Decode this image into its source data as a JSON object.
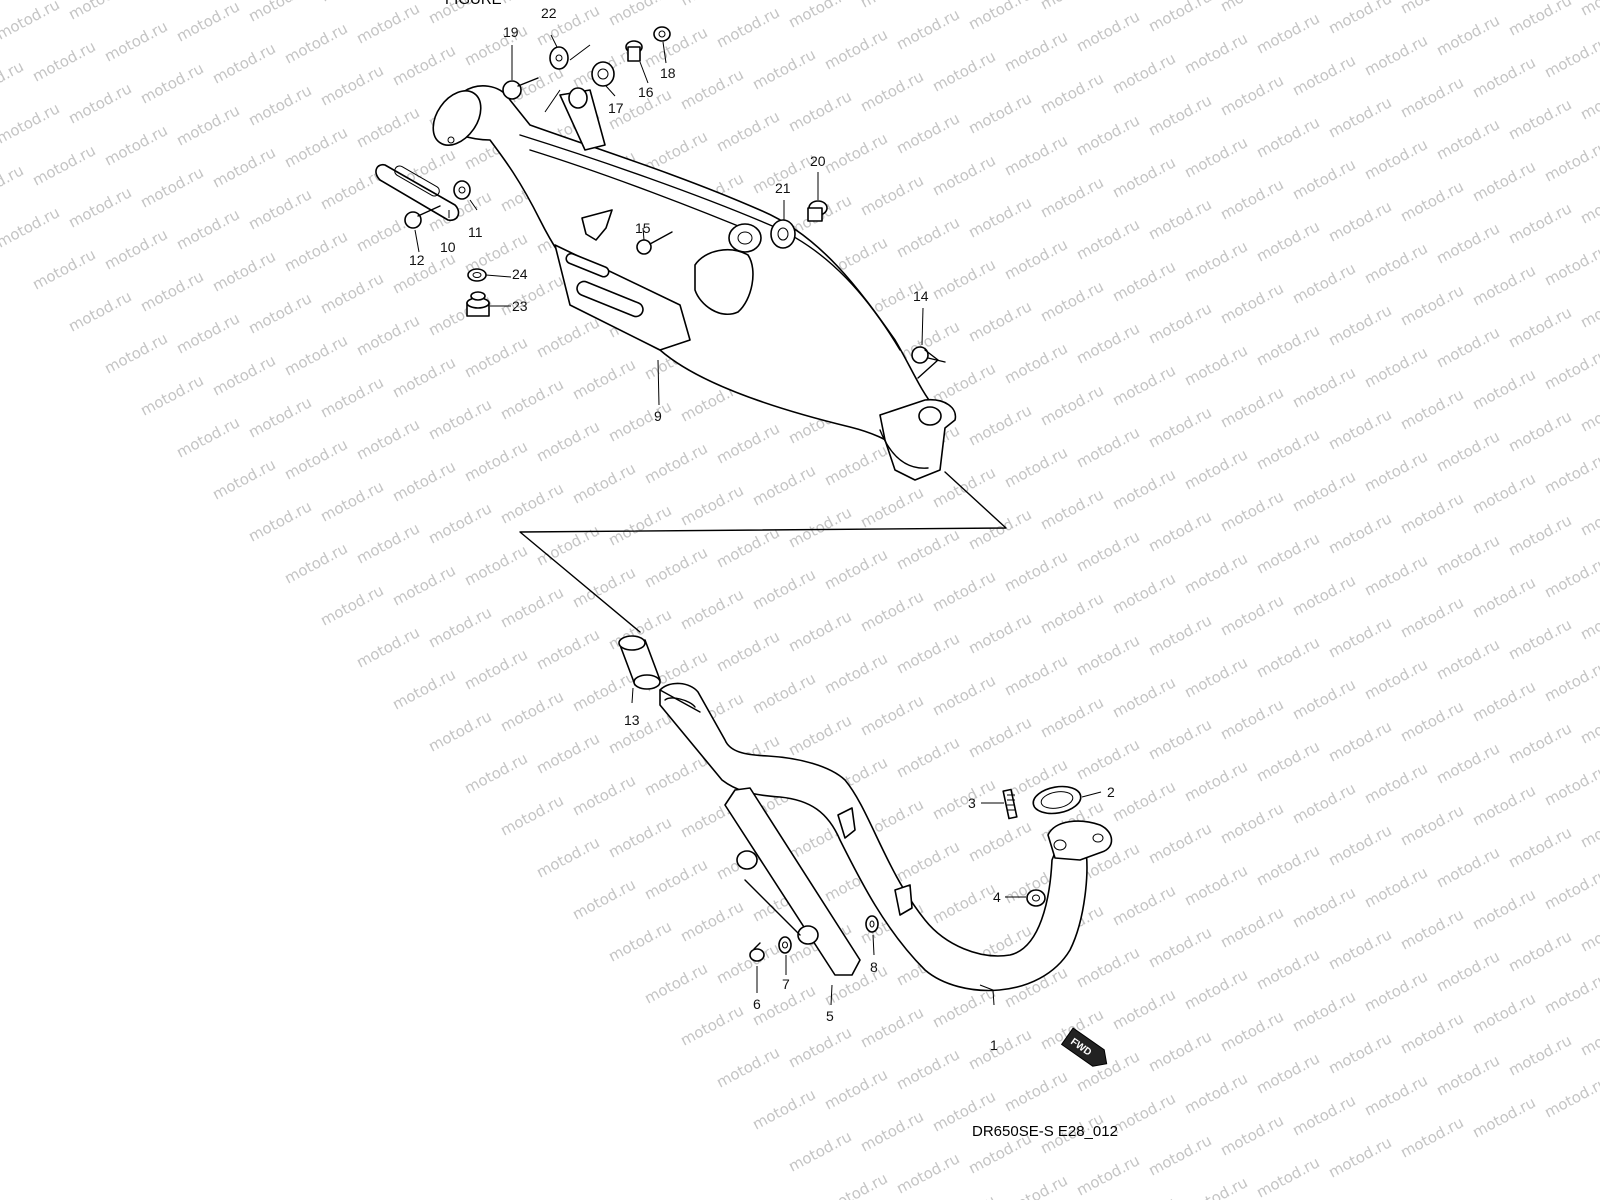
{
  "diagram": {
    "code": "DR650SE-S E28_012",
    "fragment_label": "FIGURE",
    "watermark": "motod.ru",
    "fwd_badge": "FWD",
    "callouts": [
      "1",
      "2",
      "3",
      "4",
      "5",
      "6",
      "7",
      "8",
      "9",
      "10",
      "11",
      "12",
      "13",
      "14",
      "15",
      "16",
      "17",
      "18",
      "19",
      "20",
      "21",
      "22",
      "23",
      "24"
    ]
  }
}
